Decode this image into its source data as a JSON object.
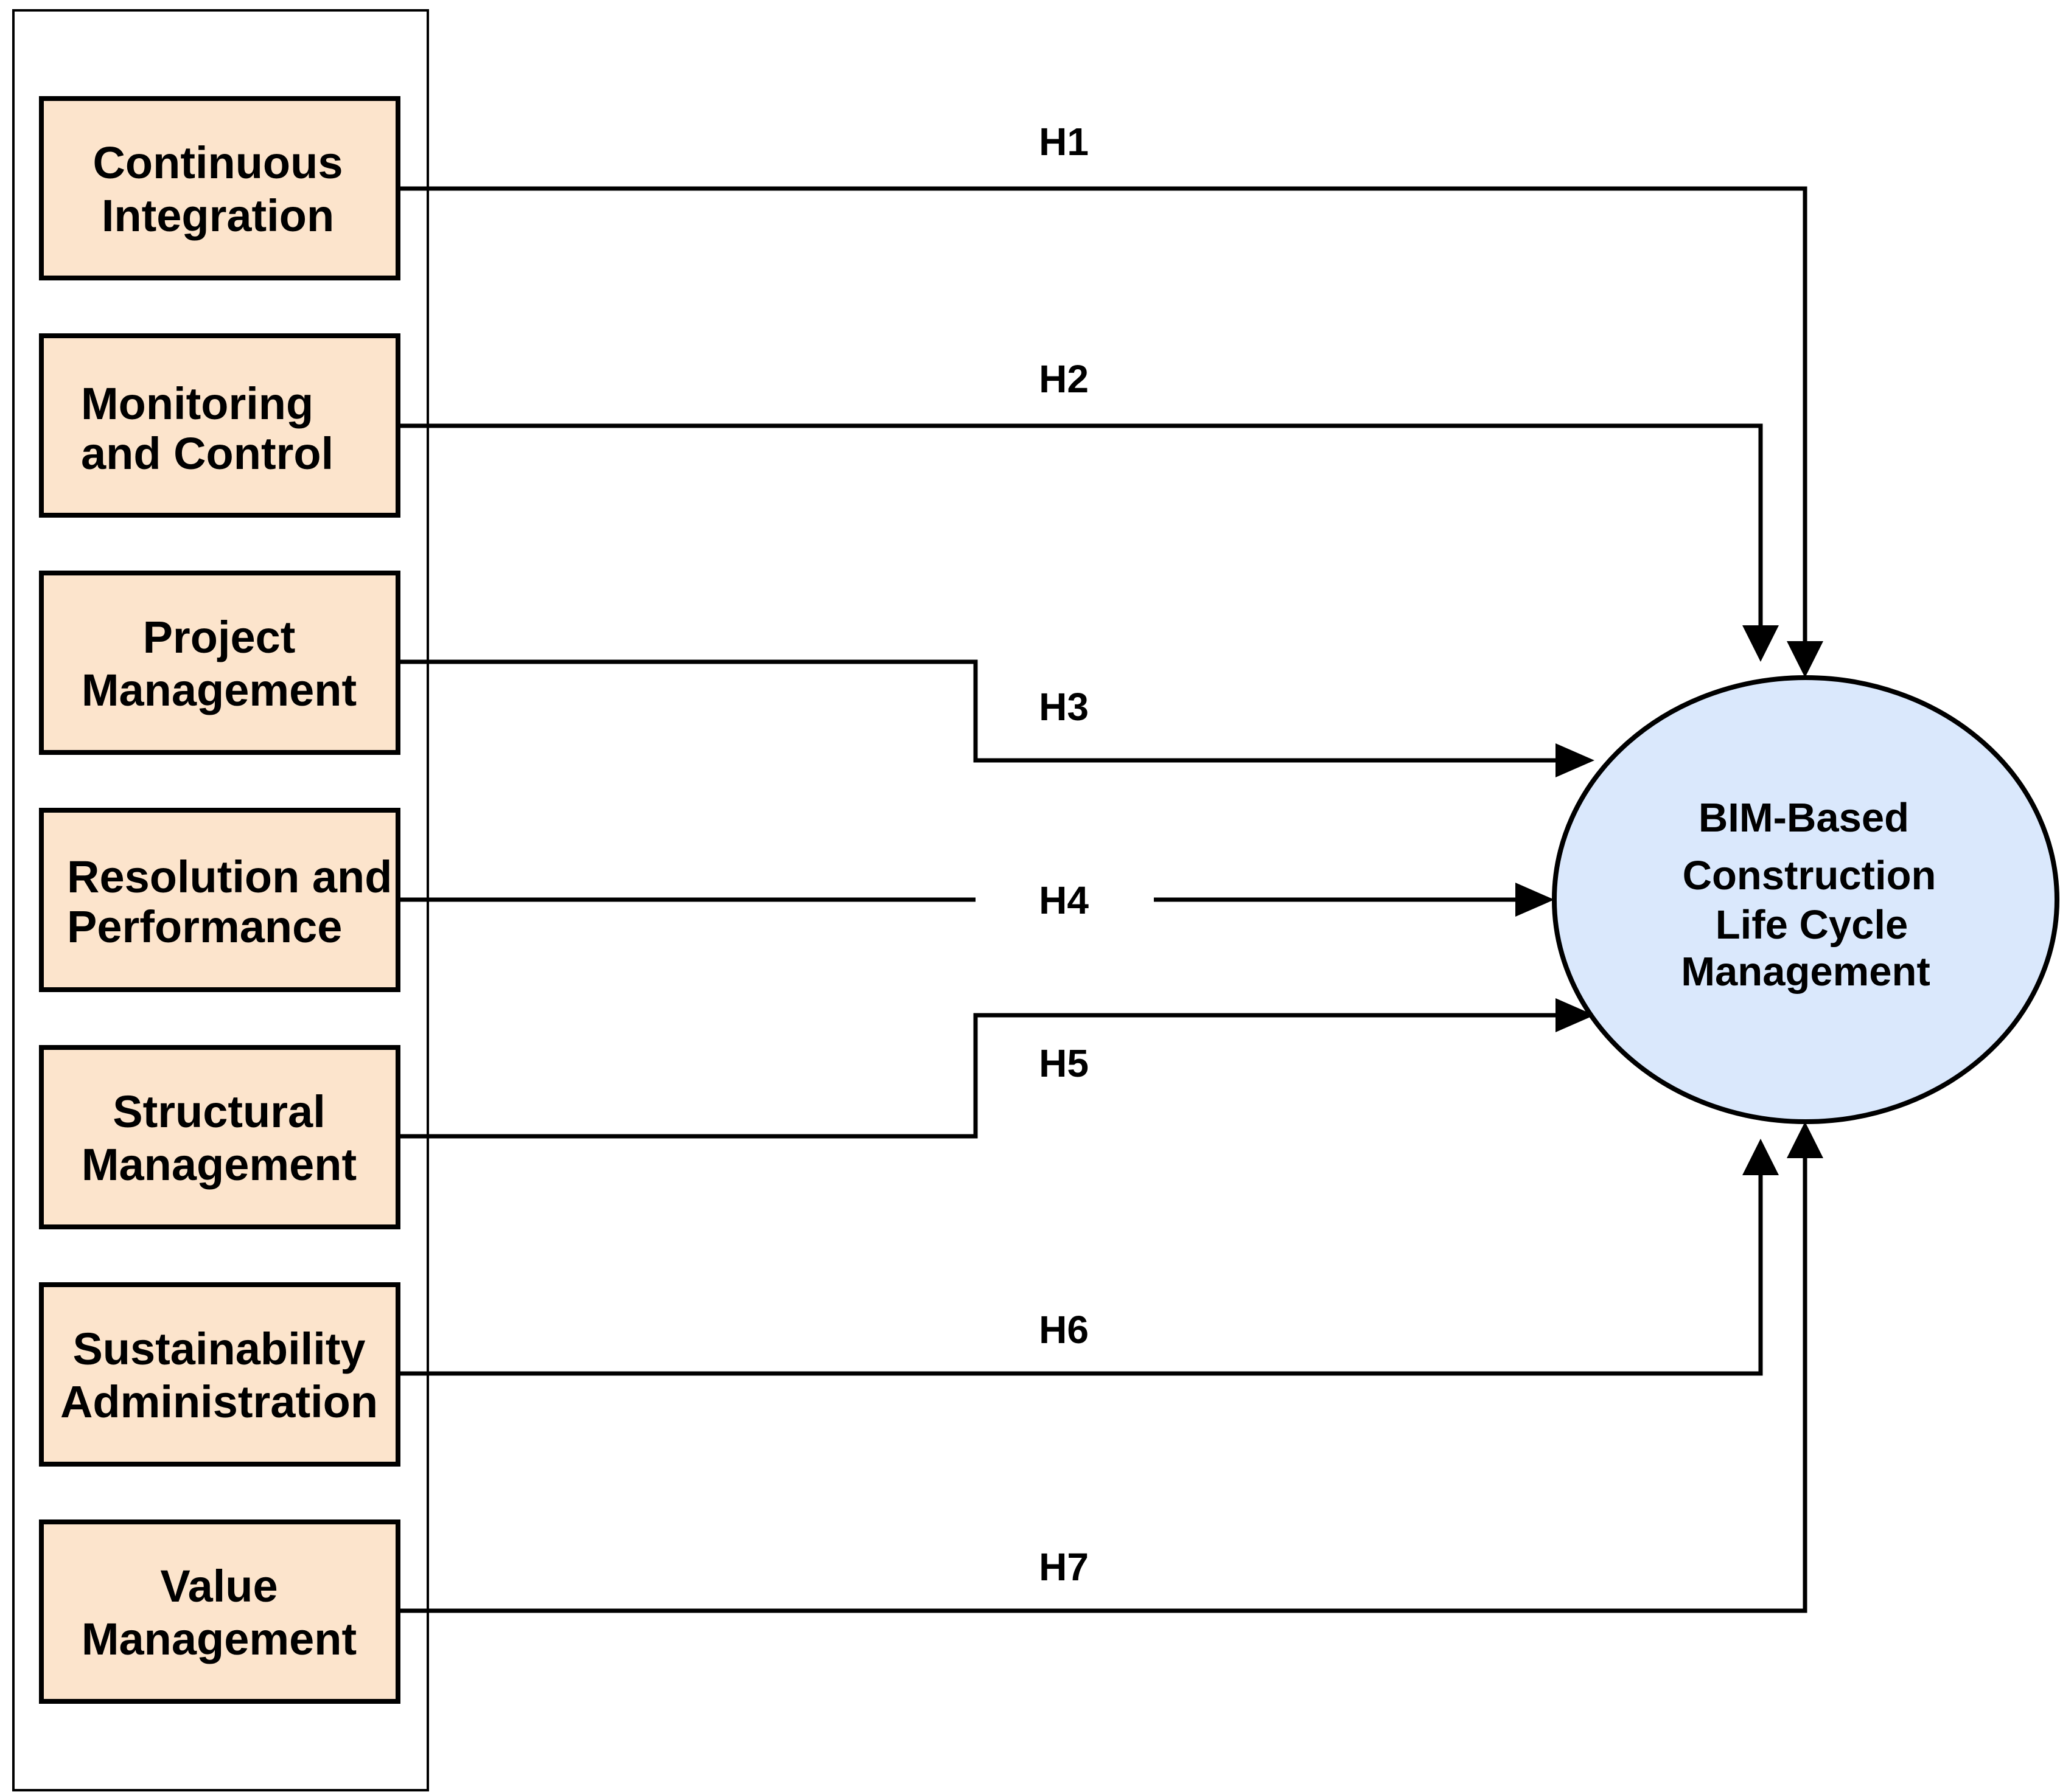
{
  "factors": [
    {
      "id": "continuous-integration",
      "lines": [
        "Continuous",
        "Integration"
      ]
    },
    {
      "id": "monitoring-and-control",
      "lines": [
        "Monitoring",
        "and Control"
      ]
    },
    {
      "id": "project-management",
      "lines": [
        "Project",
        "Management"
      ]
    },
    {
      "id": "resolution-and-performance",
      "lines": [
        "Resolution and",
        "Performance"
      ]
    },
    {
      "id": "structural-management",
      "lines": [
        "Structural",
        "Management"
      ]
    },
    {
      "id": "sustainability-administration",
      "lines": [
        "Sustainability",
        "Administration"
      ]
    },
    {
      "id": "value-management",
      "lines": [
        "Value",
        "Management"
      ]
    }
  ],
  "hypotheses": [
    {
      "label": "H1",
      "from": "continuous-integration",
      "to": "target"
    },
    {
      "label": "H2",
      "from": "monitoring-and-control",
      "to": "target"
    },
    {
      "label": "H3",
      "from": "project-management",
      "to": "target"
    },
    {
      "label": "H4",
      "from": "resolution-and-performance",
      "to": "target"
    },
    {
      "label": "H5",
      "from": "structural-management",
      "to": "target"
    },
    {
      "label": "H6",
      "from": "sustainability-administration",
      "to": "target"
    },
    {
      "label": "H7",
      "from": "value-management",
      "to": "target"
    }
  ],
  "target": {
    "lines": [
      "BIM-Based",
      "Construction",
      "Life Cycle",
      "Management"
    ]
  },
  "colors": {
    "factor_fill": "#FCE4CC",
    "target_fill": "#DAE8FC",
    "line": "#000000"
  }
}
